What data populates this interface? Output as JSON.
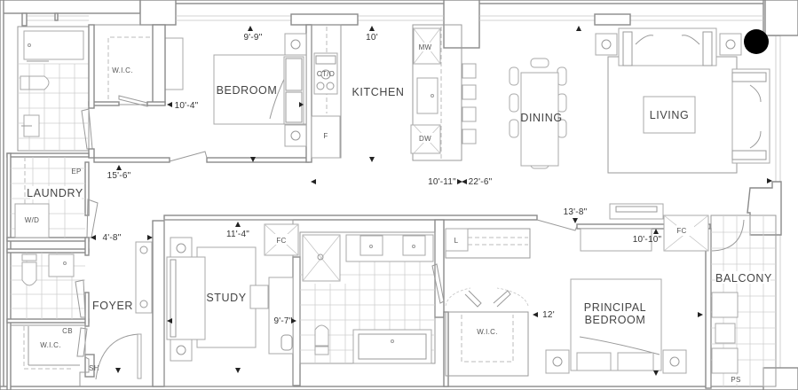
{
  "floorplan": {
    "rooms": {
      "bedroom": "BEDROOM",
      "kitchen": "KITCHEN",
      "dining": "DINING",
      "living": "LIVING",
      "laundry": "LAUNDRY",
      "foyer": "FOYER",
      "study": "STUDY",
      "principal_bedroom_line1": "PRINCIPAL",
      "principal_bedroom_line2": "BEDROOM",
      "balcony": "BALCONY",
      "wic_top": "W.I.C.",
      "wic_foyer": "W.I.C.",
      "wic_principal": "W.I.C."
    },
    "fixtures": {
      "ct_o": "CT/O",
      "fridge": "F",
      "microwave": "MW",
      "dishwasher": "DW",
      "washer_dryer": "W/D",
      "ep": "EP",
      "cb": "CB",
      "sh": "SH",
      "fc_study": "FC",
      "fc_principal": "FC",
      "linen": "L",
      "ps": "PS"
    },
    "dimensions": {
      "bedroom_width": "9'-9\"",
      "bedroom_length": "10'-4\"",
      "kitchen_width": "10'",
      "hall_length": "15'-6\"",
      "dining_living_a": "10'-11\"",
      "dining_living_b": "22'-6\"",
      "laundry_width": "4'-8\"",
      "study_width": "11'-4\"",
      "study_length": "9'-7\"",
      "principal_width": "13'-8\"",
      "principal_length": "10'-10\"",
      "principal_depth": "12'"
    },
    "colors": {
      "wall": "#8a8a8a",
      "furniture": "#a8a8a8",
      "column": "#000000"
    }
  }
}
